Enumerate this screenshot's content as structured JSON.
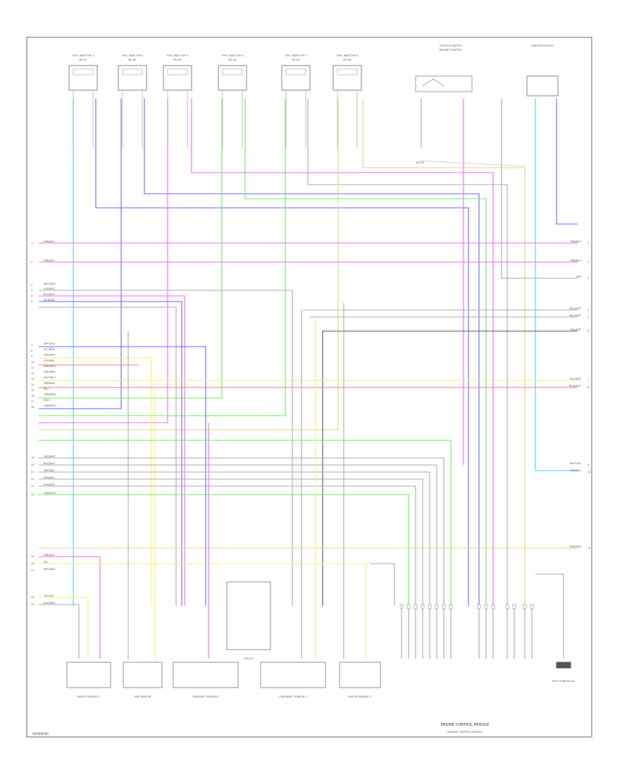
{
  "page_code": "000000000",
  "module_label": "ENGINE CONTROL MODULE",
  "top_connectors": [
    {
      "name": "FUEL INJECTOR 1",
      "sub": "INJ #1"
    },
    {
      "name": "FUEL INJECTOR 2",
      "sub": "INJ #2"
    },
    {
      "name": "FUEL INJECTOR 3",
      "sub": "INJ #3"
    },
    {
      "name": "FUEL INJECTOR 4",
      "sub": "INJ #4"
    },
    {
      "name": "FUEL INJECTOR 5",
      "sub": "INJ #5"
    },
    {
      "name": "FUEL INJECTOR 6",
      "sub": "INJ #6"
    }
  ],
  "top_right_titles": [
    "IGNITION SWITCH",
    "SENSOR MODULE"
  ],
  "bottom_components": [
    "KNOCK SENSOR 1",
    "MAP SENSOR",
    "CAMSHAFT SENSOR 1",
    "SPLICE",
    "CAMSHAFT SENSOR 2",
    "KNOCK SENSOR 2",
    "ENGINE CONTROL MODULE",
    "FUEL PUMP RELAY"
  ],
  "left_wire_labels": [
    "PNK/BLU",
    "PNK/BLU",
    "WHT/BLU",
    "VIO/WHT",
    "BLU/WHT",
    "BLU/BRN",
    "WHT/BLU",
    "YEL/BRN",
    "GRY/WHT",
    "VIO/BRN",
    "RED/WHT",
    "GRY/BRN",
    "WHT/BLU",
    "GRN/BLU",
    "BLU",
    "GRN/BRN",
    "BRN",
    "GRN/WHT",
    "GRY/WHT",
    "BLK/WHT",
    "GRY/BLK",
    "BRN/BLU",
    "BLK/BRN",
    "GRN/WHT",
    "PNK/BLK",
    "YEL",
    "WHT/BLU",
    "GRY/YEL",
    "BLK/WHT"
  ],
  "right_wire_labels": [
    "PNK/BLU",
    "PNK/BLU",
    "GRY",
    "BLK/WHT",
    "BLK/WHT",
    "BLK/GRY",
    "YEL/WHT",
    "RED/WHT",
    "WHT/YEL",
    "GRN/BLU",
    "BRN/GRY"
  ],
  "colors": {
    "pink": "#ff66ee",
    "blue": "#6666ff",
    "cyan": "#33ddee",
    "green": "#66ee55",
    "yellow": "#ffee66",
    "orange": "#eecc88",
    "red": "#ff7777",
    "gray": "#aaaaaa",
    "black": "#555555"
  }
}
